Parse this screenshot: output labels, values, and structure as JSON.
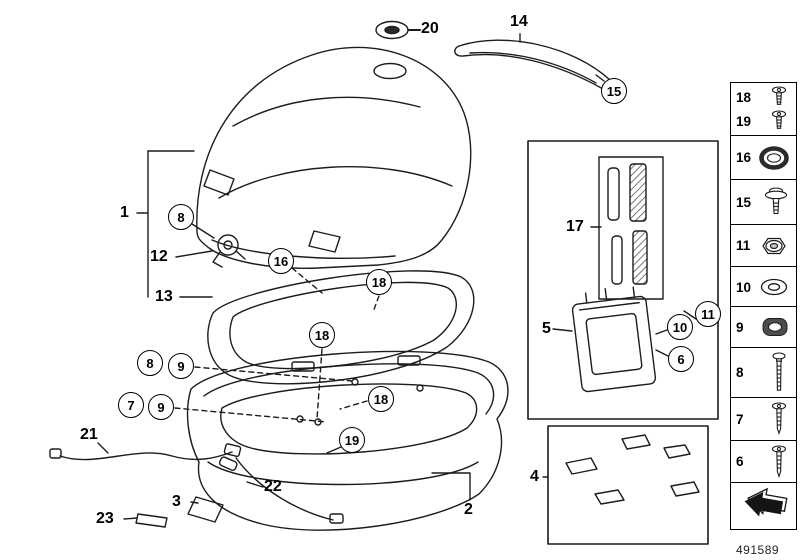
{
  "colors": {
    "ink": "#1c1c1c",
    "background": "#ffffff"
  },
  "callouts": {
    "plain": [
      {
        "id": "20",
        "label": "20"
      },
      {
        "id": "14",
        "label": "14"
      },
      {
        "id": "1",
        "label": "1"
      },
      {
        "id": "12",
        "label": "12"
      },
      {
        "id": "13",
        "label": "13"
      },
      {
        "id": "17",
        "label": "17"
      },
      {
        "id": "5",
        "label": "5"
      },
      {
        "id": "4",
        "label": "4"
      },
      {
        "id": "2",
        "label": "2"
      },
      {
        "id": "21",
        "label": "21"
      },
      {
        "id": "22",
        "label": "22"
      },
      {
        "id": "3",
        "label": "3"
      },
      {
        "id": "23",
        "label": "23"
      }
    ],
    "circled": [
      {
        "id": "15",
        "label": "15"
      },
      {
        "id": "8a",
        "label": "8"
      },
      {
        "id": "16",
        "label": "16"
      },
      {
        "id": "18a",
        "label": "18"
      },
      {
        "id": "18b",
        "label": "18"
      },
      {
        "id": "8b",
        "label": "8"
      },
      {
        "id": "9a",
        "label": "9"
      },
      {
        "id": "7",
        "label": "7"
      },
      {
        "id": "9b",
        "label": "9"
      },
      {
        "id": "18c",
        "label": "18"
      },
      {
        "id": "19",
        "label": "19"
      },
      {
        "id": "11",
        "label": "11"
      },
      {
        "id": "10",
        "label": "10"
      },
      {
        "id": "6",
        "label": "6"
      }
    ]
  },
  "legend": {
    "rows": [
      {
        "label": "18",
        "icon": "screw-short-icon"
      },
      {
        "label": "19",
        "icon": "screw-short-icon"
      },
      {
        "label": "16",
        "icon": "cap-icon"
      },
      {
        "label": "15",
        "icon": "screw-flange-icon"
      },
      {
        "label": "11",
        "icon": "flange-nut-icon"
      },
      {
        "label": "10",
        "icon": "washer-icon"
      },
      {
        "label": "9",
        "icon": "grommet-icon"
      },
      {
        "label": "8",
        "icon": "screw-long-icon"
      },
      {
        "label": "7",
        "icon": "screw-icon"
      },
      {
        "label": "6",
        "icon": "screw-icon"
      }
    ],
    "direction_icon": "direction-arrow-icon"
  },
  "footer": {
    "part_number": "491589"
  }
}
